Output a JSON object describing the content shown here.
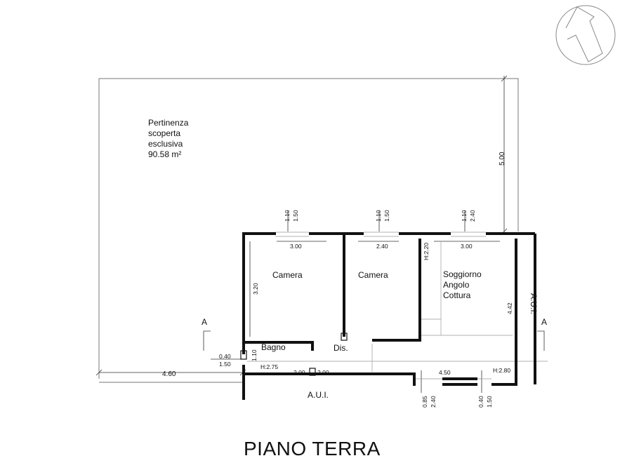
{
  "plan": {
    "title": "PIANO TERRA",
    "rooms": {
      "pertinenza": [
        "Pertinenza",
        "scoperta",
        "esclusiva",
        "90.58 m²"
      ],
      "camera_left": "Camera",
      "camera_mid": "Camera",
      "soggiorno": [
        "Soggiorno",
        "Angolo",
        "Cottura"
      ],
      "bagno": "Bagno",
      "dis": "Dis.",
      "aui_bottom": "A.U.I.",
      "aui_right": "A.U.I."
    },
    "section_marks": {
      "left": "A",
      "right": "A"
    },
    "dimensions": {
      "garden_depth": "5.00",
      "garden_width": "4.60",
      "win1_sill": "1.10",
      "win1_height": "1.50",
      "win2_sill": "1.10",
      "win2_height": "1.50",
      "win3_sill": "1.10",
      "win3_height": "2.40",
      "room1_width": "3.00",
      "room2_width": "2.40",
      "room3_width": "3.00",
      "room1_depth": "3.20",
      "room3_depth": "4.42",
      "h220": "H:2.20",
      "bath_win_sill": "0.40",
      "bath_win_height": "1.50",
      "bath_win_v": "1.10",
      "h275": "H:2.75",
      "bottom_a": "2.00",
      "bottom_b": "2.00",
      "bottom_c": "4.50",
      "h280": "H:2.80",
      "door_sill": "0.85",
      "door_height": "2.40",
      "win_bottom_sill": "0.40",
      "win_bottom_height": "1.50"
    },
    "icons": {
      "north": "north-arrow-icon"
    }
  }
}
